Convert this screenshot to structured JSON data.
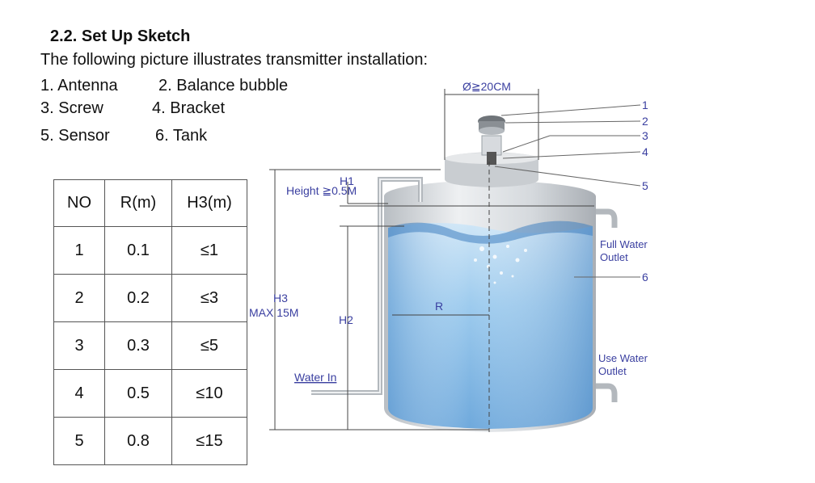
{
  "heading": "2.2. Set Up Sketch",
  "intro": "The following picture illustrates transmitter installation:",
  "legend": [
    "1. Antenna",
    "2. Balance bubble",
    "3. Screw",
    "4. Bracket",
    "5. Sensor",
    "6. Tank"
  ],
  "table": {
    "headers": [
      "NO",
      "R(m)",
      "H3(m)"
    ],
    "rows": [
      [
        "1",
        "0.1",
        "≤1"
      ],
      [
        "2",
        "0.2",
        "≤3"
      ],
      [
        "3",
        "0.3",
        "≤5"
      ],
      [
        "4",
        "0.5",
        "≤10"
      ],
      [
        "5",
        "0.8",
        "≤15"
      ]
    ]
  },
  "diagram": {
    "diameter_label": "Ø≧20CM",
    "height_label": "Height ≧0.5M",
    "h1": "H1",
    "h2": "H2",
    "h3": "H3",
    "h3_max": "MAX 15M",
    "r": "R",
    "water_in": "Water In",
    "full_water_outlet": [
      "Full Water",
      "Outlet"
    ],
    "use_water_outlet": [
      "Use Water",
      "Outlet"
    ],
    "callouts": [
      "1",
      "2",
      "3",
      "4",
      "5",
      "6"
    ],
    "colors": {
      "label": "#3a3fa0",
      "water": "#8fc3ea",
      "tank": "#d4d8dc"
    }
  }
}
